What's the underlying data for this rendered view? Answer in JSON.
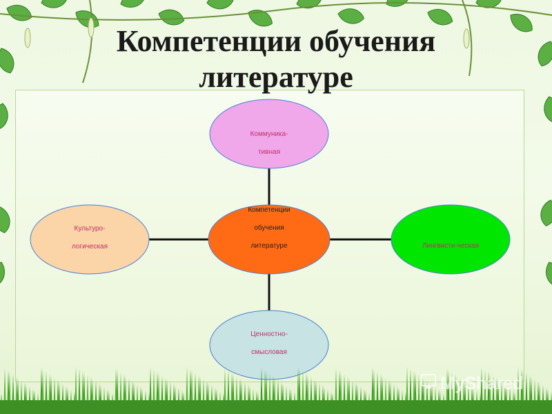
{
  "slide": {
    "title_line1": "Компетенции обучения",
    "title_line2": "литературе"
  },
  "diagram": {
    "center": {
      "label": "Компетенции\nобучения\nлитературе",
      "color": "#ff6a14",
      "text_color": "#222222"
    },
    "top": {
      "label": "Коммуника-\nтивная",
      "color": "#f0a8ea",
      "text_color": "#c0306a"
    },
    "left": {
      "label": "Культуро-\nлогическая",
      "color": "#fbd4a8",
      "text_color": "#c0306a"
    },
    "right": {
      "label": "Лингвисти-ческая",
      "color": "#00e600",
      "text_color": "#c0306a"
    },
    "bottom": {
      "label": "Ценностно-\nсмысловая",
      "color": "#c7e3e3",
      "text_color": "#c0306a"
    }
  },
  "watermark": {
    "text": "MyShared"
  },
  "colors": {
    "connector": "#111111",
    "leaf": "#4aa33a",
    "grass": "#3f9a2a"
  }
}
